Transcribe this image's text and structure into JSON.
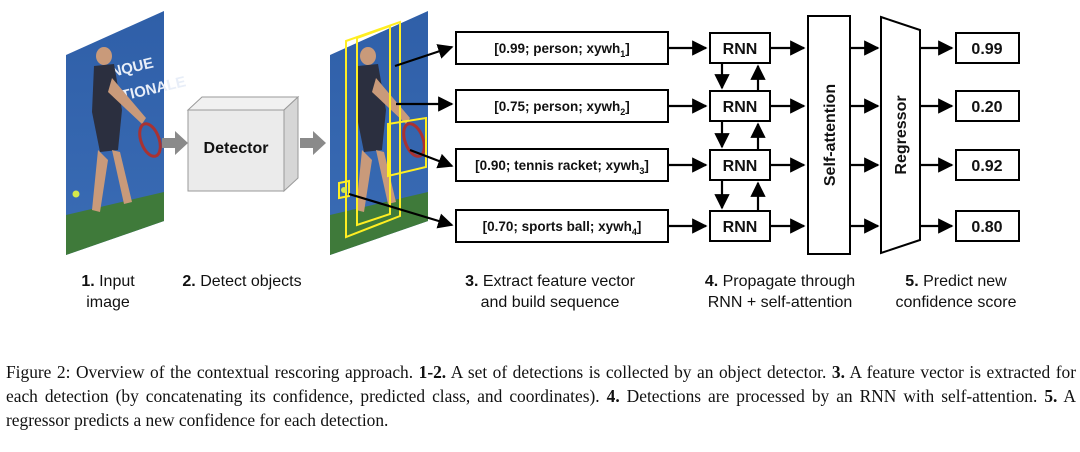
{
  "diagram": {
    "detector_label": "Detector",
    "features": [
      {
        "base": "[0.99; person; xywh",
        "sub": "1",
        "close": "]"
      },
      {
        "base": "[0.75; person; xywh",
        "sub": "2",
        "close": "]"
      },
      {
        "base": "[0.90; tennis racket; xywh",
        "sub": "3",
        "close": "]"
      },
      {
        "base": "[0.70; sports ball; xywh",
        "sub": "4",
        "close": "]"
      }
    ],
    "rnn_label": "RNN",
    "self_attention_label": "Self-attention",
    "regressor_label": "Regressor",
    "scores": [
      "0.99",
      "0.20",
      "0.92",
      "0.80"
    ],
    "photo_sign_text": [
      "NQUE",
      "ATIONALE"
    ],
    "steps": [
      {
        "num": "1.",
        "line1": " Input",
        "line2": "image"
      },
      {
        "num": "2.",
        "line1": " Detect objects",
        "line2": ""
      },
      {
        "num": "3.",
        "line1": " Extract feature vector",
        "line2": "and build sequence"
      },
      {
        "num": "4.",
        "line1": " Propagate through",
        "line2": "RNN + self-attention"
      },
      {
        "num": "5.",
        "line1": " Predict new",
        "line2": "confidence score"
      }
    ]
  },
  "caption": {
    "label": "Figure 2:",
    "text1": " Overview of the contextual rescoring approach. ",
    "b1": "1-2.",
    "text2": " A set of detections is collected by an object detector. ",
    "b2": "3.",
    "text3": " A feature vector is extracted for each detection (by concatenating its confidence, predicted class, and coordinates). ",
    "b3": "4.",
    "text4": " Detections are processed by an RNN with self-attention. ",
    "b4": "5.",
    "text5": " A regressor predicts a new confidence for each detection."
  }
}
